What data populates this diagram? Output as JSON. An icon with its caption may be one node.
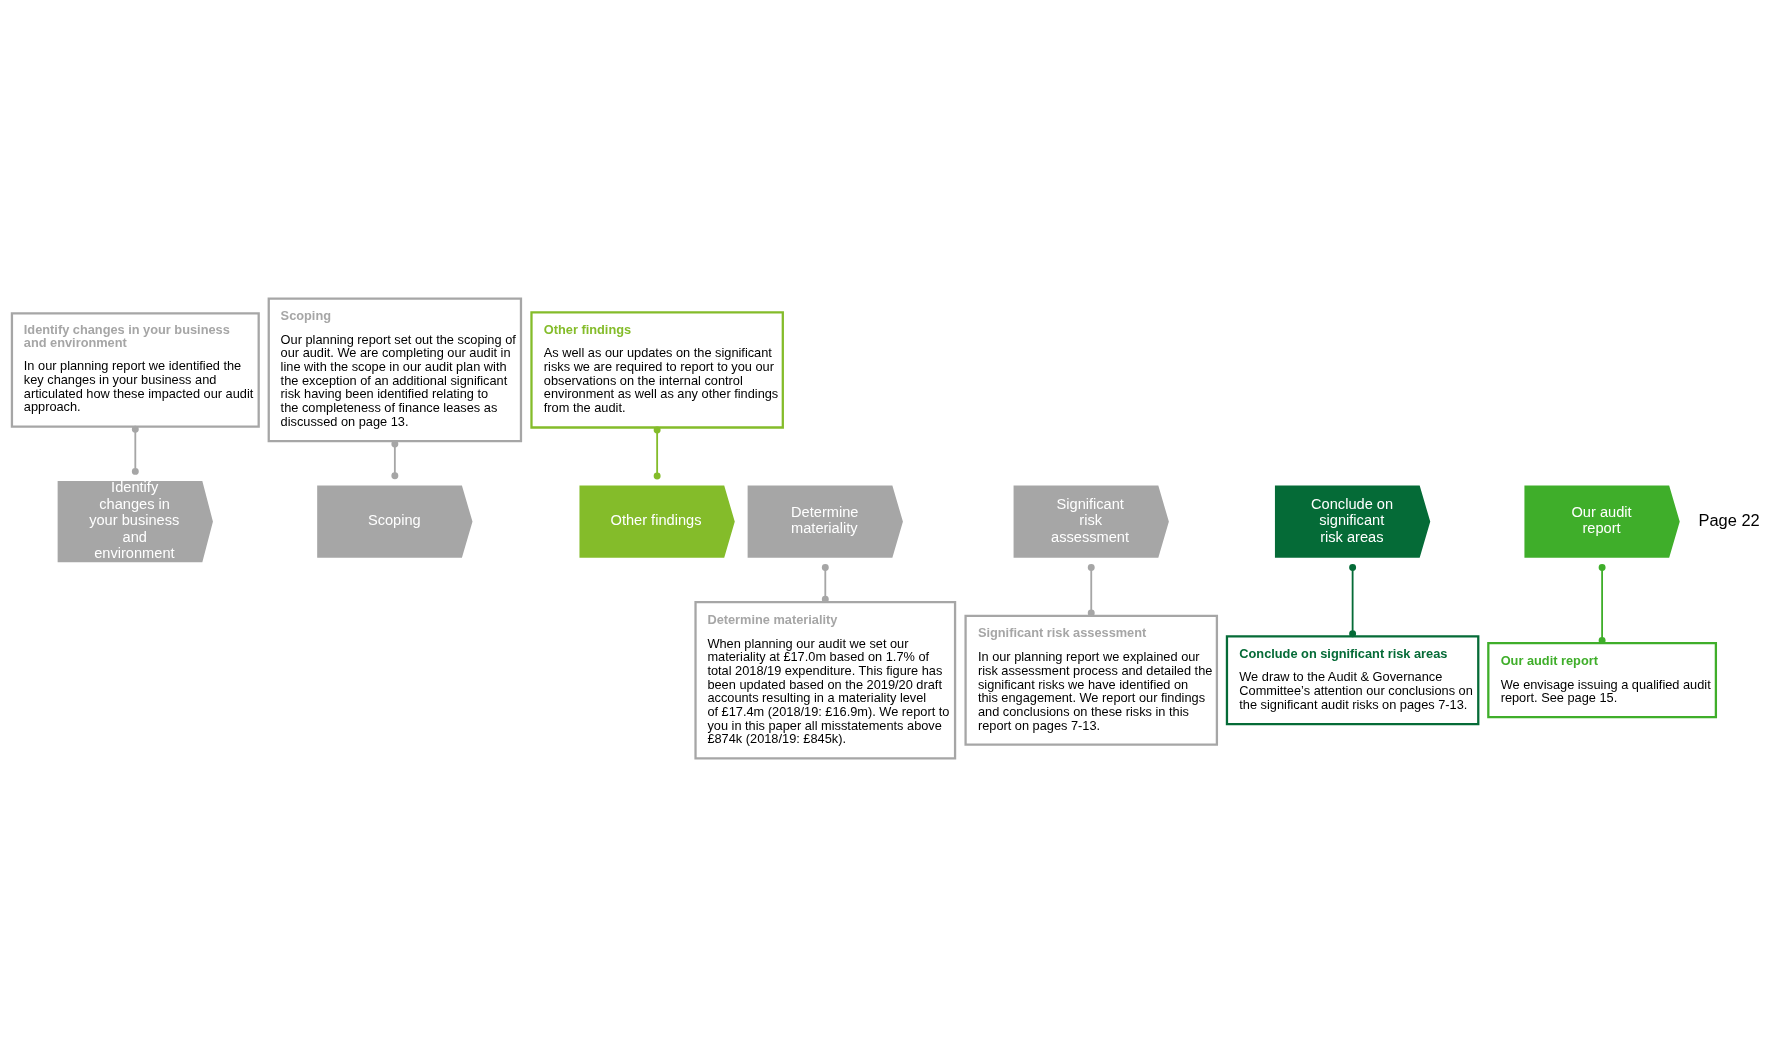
{
  "diagram": {
    "nodes": [
      {
        "text": [
          "Identify changes in your business and environment",
          "In our planning report we identified the key changes in your business and articulated how these impacted our audit approach."
        ]
      },
      {
        "text": [
          "Scoping",
          "Our planning report set out the scoping of our audit. We are completing our audit in line with the scope in our audit plan with the exception of an additional significant risk having been identified relating to the completeness of finance leases as discussed on page 13."
        ]
      },
      {
        "text": [
          "Other findings",
          "As well as our updates on the significant risks we are required to report to you our observations on the internal control environment as well as any other findings from the audit."
        ]
      },
      {
        "text": [
          "Identify changes in your business and environment"
        ]
      },
      {
        "text": [
          "Determine materiality"
        ]
      },
      {
        "text": [
          "Scoping"
        ]
      },
      {
        "text": [
          "Significant risk assessment"
        ]
      },
      {
        "text": [
          "Conclude on significant risk areas"
        ]
      },
      {
        "text": [
          "Other findings"
        ]
      },
      {
        "text": [
          "Our audit report"
        ]
      },
      {
        "text": [
          "Determine materiality",
          "When planning our audit we set our materiality at £17.0m based on 1.7% of total 2018/19 expenditure. This figure has been updated based on the 2019/20 draft accounts resulting in a materiality level of £17.4m (2018/19: £16.9m). We report to you in this paper all misstatements above £874k (2018/19: £845k)."
        ]
      },
      {
        "text": [
          "Significant risk assessment",
          "In our planning report we explained our risk assessment process and detailed the significant risks we have identified on this engagement. We report our findings and conclusions on these risks in this report on pages 7-13."
        ]
      },
      {
        "text": [
          "Conclude on significant risk areas",
          "We draw to the Audit & Governance Committee’s attention our conclusions on the significant audit risks on pages 7-13."
        ]
      },
      {
        "text": [
          "Our audit report",
          "We envisage issuing a qualified audit report. See page 15."
        ]
      }
    ],
    "edges": [
      {
        "from": 0,
        "to": 3,
        "arrow": "other",
        "color": "#a6a6a6"
      },
      {
        "from": 1,
        "to": 5,
        "arrow": "other",
        "color": "#a6a6a6"
      },
      {
        "from": 2,
        "to": 8,
        "arrow": "other",
        "color": "#84bc2a"
      },
      {
        "from": 4,
        "to": 10,
        "arrow": "other",
        "color": "#a6a6a6"
      },
      {
        "from": 6,
        "to": 11,
        "arrow": "other",
        "color": "#a6a6a6"
      },
      {
        "from": 7,
        "to": 12,
        "arrow": "other",
        "color": "#056b37"
      },
      {
        "from": 9,
        "to": 13,
        "arrow": "other",
        "color": "#3fae2a"
      }
    ],
    "labels": [
      "Page 22"
    ]
  }
}
